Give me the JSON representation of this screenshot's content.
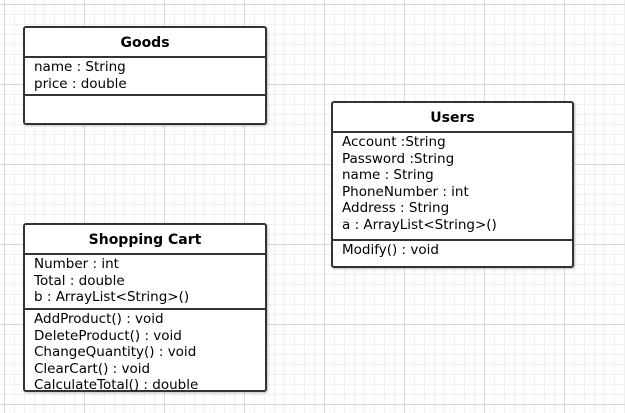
{
  "classes": [
    {
      "name": "Goods",
      "attributes": [
        "name : String",
        "price : double"
      ],
      "operations": []
    },
    {
      "name": "Users",
      "attributes": [
        "Account :String",
        "Password :String",
        "name : String",
        "PhoneNumber : int",
        "Address : String",
        "a : ArrayList<String>()"
      ],
      "operations": [
        "Modify() : void"
      ]
    },
    {
      "name": "Shopping Cart",
      "attributes": [
        "Number : int",
        "Total : double",
        "b : ArrayList<String>()"
      ],
      "operations": [
        "AddProduct() : void",
        "DeleteProduct() : void",
        "ChangeQuantity() : void",
        "ClearCart() : void",
        "CalculateTotal() : double"
      ]
    }
  ]
}
